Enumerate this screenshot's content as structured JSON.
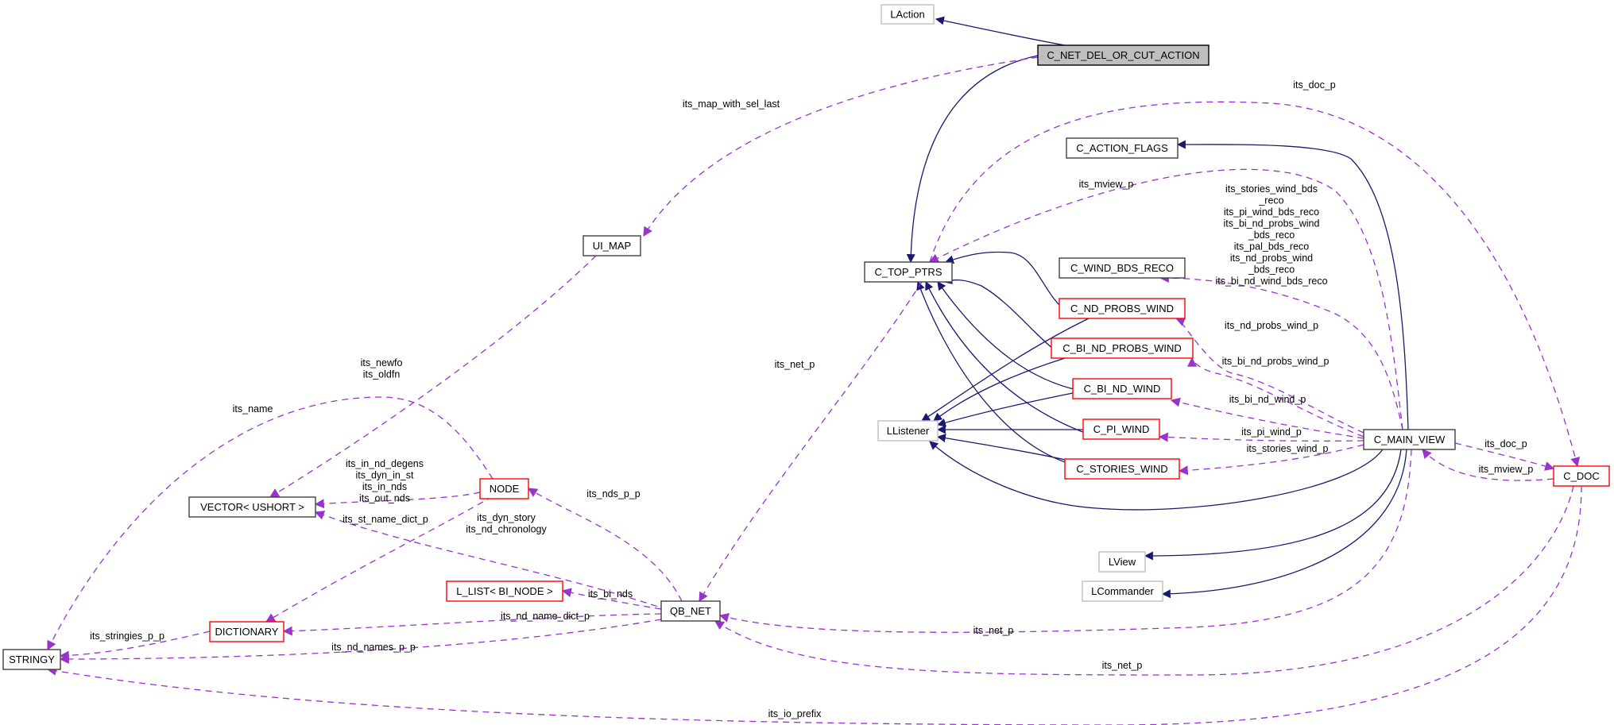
{
  "diagram": {
    "title": "Collaboration diagram for C_NET_DEL_OR_CUT_ACTION",
    "colors": {
      "inheritance_edge": "#191970",
      "usage_edge": "#9a32cd",
      "focus_fill": "#bfbfbf",
      "documented_border": "#404040",
      "undocumented_border": "#ff0000",
      "external_border": "#bfbfbf"
    },
    "nodes": [
      {
        "id": "laction",
        "label": "LAction",
        "kind": "external"
      },
      {
        "id": "c_net_del_or_cut_action",
        "label": "C_NET_DEL_OR_CUT_ACTION",
        "kind": "focus"
      },
      {
        "id": "c_action_flags",
        "label": "C_ACTION_FLAGS",
        "kind": "documented"
      },
      {
        "id": "ui_map",
        "label": "UI_MAP",
        "kind": "documented"
      },
      {
        "id": "c_top_ptrs",
        "label": "C_TOP_PTRS",
        "kind": "documented"
      },
      {
        "id": "c_wind_bds_reco",
        "label": "C_WIND_BDS_RECO",
        "kind": "documented"
      },
      {
        "id": "c_nd_probs_wind",
        "label": "C_ND_PROBS_WIND",
        "kind": "undocumented"
      },
      {
        "id": "c_bi_nd_probs_wind",
        "label": "C_BI_ND_PROBS_WIND",
        "kind": "undocumented"
      },
      {
        "id": "c_bi_nd_wind",
        "label": "C_BI_ND_WIND",
        "kind": "undocumented"
      },
      {
        "id": "llistener",
        "label": "LListener",
        "kind": "external"
      },
      {
        "id": "c_pi_wind",
        "label": "C_PI_WIND",
        "kind": "undocumented"
      },
      {
        "id": "c_main_view",
        "label": "C_MAIN_VIEW",
        "kind": "documented"
      },
      {
        "id": "c_stories_wind",
        "label": "C_STORIES_WIND",
        "kind": "undocumented"
      },
      {
        "id": "c_doc",
        "label": "C_DOC",
        "kind": "undocumented"
      },
      {
        "id": "node",
        "label": "NODE",
        "kind": "undocumented"
      },
      {
        "id": "vector_ushort",
        "label": "VECTOR< USHORT >",
        "kind": "documented"
      },
      {
        "id": "lview",
        "label": "LView",
        "kind": "external"
      },
      {
        "id": "lcommander",
        "label": "LCommander",
        "kind": "external"
      },
      {
        "id": "l_list_bi_node",
        "label": "L_LIST< BI_NODE >",
        "kind": "undocumented"
      },
      {
        "id": "qb_net",
        "label": "QB_NET",
        "kind": "documented"
      },
      {
        "id": "dictionary",
        "label": "DICTIONARY",
        "kind": "undocumented"
      },
      {
        "id": "stringy",
        "label": "STRINGY",
        "kind": "documented"
      }
    ],
    "edges": [
      {
        "from": "c_net_del_or_cut_action",
        "to": "laction",
        "type": "inheritance"
      },
      {
        "from": "c_net_del_or_cut_action",
        "to": "c_top_ptrs",
        "type": "inheritance"
      },
      {
        "from": "c_net_del_or_cut_action",
        "to": "ui_map",
        "type": "usage",
        "label": "its_map_with_sel_last"
      },
      {
        "from": "c_main_view",
        "to": "c_action_flags",
        "type": "inheritance"
      },
      {
        "from": "c_main_view",
        "to": "c_top_ptrs",
        "type": "usage",
        "label": "its_mview_p"
      },
      {
        "from": "c_main_view",
        "to": "c_wind_bds_reco",
        "type": "usage",
        "label": "its_stories_wind_bds\n_reco\nits_pi_wind_bds_reco\nits_bi_nd_probs_wind\n_bds_reco\nits_pal_bds_reco\nits_nd_probs_wind\n_bds_reco\nits_bi_nd_wind_bds_reco"
      },
      {
        "from": "c_top_ptrs",
        "to": "c_doc",
        "type": "usage",
        "label": "its_doc_p"
      },
      {
        "from": "c_nd_probs_wind",
        "to": "c_top_ptrs",
        "type": "inheritance"
      },
      {
        "from": "c_bi_nd_probs_wind",
        "to": "c_top_ptrs",
        "type": "inheritance"
      },
      {
        "from": "c_bi_nd_wind",
        "to": "c_top_ptrs",
        "type": "inheritance"
      },
      {
        "from": "c_pi_wind",
        "to": "c_top_ptrs",
        "type": "inheritance"
      },
      {
        "from": "c_stories_wind",
        "to": "c_top_ptrs",
        "type": "inheritance"
      },
      {
        "from": "c_nd_probs_wind",
        "to": "llistener",
        "type": "inheritance"
      },
      {
        "from": "c_bi_nd_probs_wind",
        "to": "llistener",
        "type": "inheritance"
      },
      {
        "from": "c_bi_nd_wind",
        "to": "llistener",
        "type": "inheritance"
      },
      {
        "from": "c_pi_wind",
        "to": "llistener",
        "type": "inheritance"
      },
      {
        "from": "c_stories_wind",
        "to": "llistener",
        "type": "inheritance"
      },
      {
        "from": "c_main_view",
        "to": "llistener",
        "type": "inheritance"
      },
      {
        "from": "c_main_view",
        "to": "c_nd_probs_wind",
        "type": "usage",
        "label": "its_nd_probs_wind_p"
      },
      {
        "from": "c_main_view",
        "to": "c_bi_nd_probs_wind",
        "type": "usage",
        "label": "its_bi_nd_probs_wind_p"
      },
      {
        "from": "c_main_view",
        "to": "c_bi_nd_wind",
        "type": "usage",
        "label": "its_bi_nd_wind_p"
      },
      {
        "from": "c_main_view",
        "to": "c_pi_wind",
        "type": "usage",
        "label": "its_pi_wind_p"
      },
      {
        "from": "c_main_view",
        "to": "c_stories_wind",
        "type": "usage",
        "label": "its_stories_wind_p"
      },
      {
        "from": "c_main_view",
        "to": "c_doc",
        "type": "usage",
        "label": "its_doc_p"
      },
      {
        "from": "c_doc",
        "to": "c_main_view",
        "type": "usage",
        "label": "its_mview_p"
      },
      {
        "from": "c_main_view",
        "to": "lview",
        "type": "inheritance"
      },
      {
        "from": "c_main_view",
        "to": "lcommander",
        "type": "inheritance"
      },
      {
        "from": "c_top_ptrs",
        "to": "qb_net",
        "type": "usage",
        "label": "its_net_p"
      },
      {
        "from": "c_main_view",
        "to": "qb_net",
        "type": "usage",
        "label": "its_net_p"
      },
      {
        "from": "c_doc",
        "to": "qb_net",
        "type": "usage",
        "label": "its_net_p"
      },
      {
        "from": "c_doc",
        "to": "stringy",
        "type": "usage",
        "label": "its_io_prefix"
      },
      {
        "from": "ui_map",
        "to": "vector_ushort",
        "type": "usage",
        "label": "its_newfo\nits_oldfn"
      },
      {
        "from": "node",
        "to": "stringy",
        "type": "usage",
        "label": "its_name"
      },
      {
        "from": "node",
        "to": "vector_ushort",
        "type": "usage",
        "label": "its_in_nd_degens\nits_dyn_in_st\nits_in_nds\nits_out_nds"
      },
      {
        "from": "qb_net",
        "to": "vector_ushort",
        "type": "usage",
        "label": "its_dyn_story\nits_nd_chronology"
      },
      {
        "from": "node",
        "to": "dictionary",
        "type": "usage",
        "label": "its_st_name_dict_p"
      },
      {
        "from": "qb_net",
        "to": "node",
        "type": "usage",
        "label": "its_nds_p_p"
      },
      {
        "from": "qb_net",
        "to": "l_list_bi_node",
        "type": "usage",
        "label": "its_bi_nds"
      },
      {
        "from": "qb_net",
        "to": "dictionary",
        "type": "usage",
        "label": "its_nd_name_dict_p"
      },
      {
        "from": "qb_net",
        "to": "stringy",
        "type": "usage",
        "label": "its_nd_names_p_p"
      },
      {
        "from": "dictionary",
        "to": "stringy",
        "type": "usage",
        "label": "its_stringies_p_p"
      }
    ]
  }
}
